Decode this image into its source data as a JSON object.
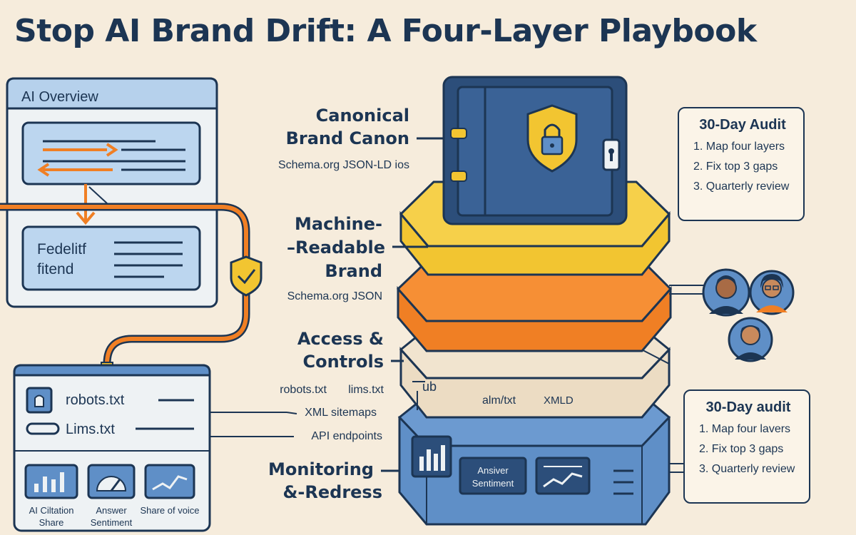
{
  "title": "Stop AI Brand Drift: A Four-Layer Playbook",
  "overview_panel": {
    "header": "AI Overview",
    "fidelity_line1": "Fedelitf",
    "fidelity_line2": "fitend"
  },
  "access_panel": {
    "robots": "robots.txt",
    "llms": "Lims.txt",
    "tiles": [
      {
        "label_line1": "AI Ciltation",
        "label_line2": "Share",
        "icon": "bar-chart-icon"
      },
      {
        "label_line1": "Answer",
        "label_line2": "Sentiment",
        "icon": "gauge-icon"
      },
      {
        "label_line1": "Share of voice",
        "label_line2": "",
        "icon": "line-chart-icon"
      }
    ]
  },
  "layers": {
    "canon": {
      "line1": "Canonical",
      "line2": "Brand Canon",
      "sub": "Schema.org JSON-LD ios"
    },
    "machine": {
      "line1": "Machine-",
      "line2": "–Readable",
      "line3": "Brand",
      "sub": "Schema.org JSON"
    },
    "access": {
      "line1": "Access &",
      "line2": "Controls",
      "sub1a": "robots.txt",
      "sub1b": "lims.txt",
      "sub2": "XML sitemaps",
      "sub3": "API endpoints"
    },
    "monitoring": {
      "line1": "Monitoring",
      "line2": "&-Redress"
    }
  },
  "stack_texts": {
    "tab_label": "ub",
    "txt1": "alm/txt",
    "txt2": "XMLD",
    "sentiment_line1": "Ansiver",
    "sentiment_line2": "Sentiment"
  },
  "audit_top": {
    "title": "30-Day Audit",
    "items": [
      "1. Map four layers",
      "2. Fix top 3 gaps",
      "3. Quarterly review"
    ]
  },
  "audit_bottom": {
    "title": "30-Day audit",
    "items": [
      "1. Map four lavers",
      "2. Fix top 3 gaps",
      "3. Quarterly review"
    ]
  },
  "colors": {
    "navy": "#1c3553",
    "blue": "#5f8fc7",
    "light_blue": "#bcd6ef",
    "yellow": "#f2c531",
    "orange": "#f07f24",
    "beige": "#ecdcc3",
    "background": "#f6ecdc"
  }
}
